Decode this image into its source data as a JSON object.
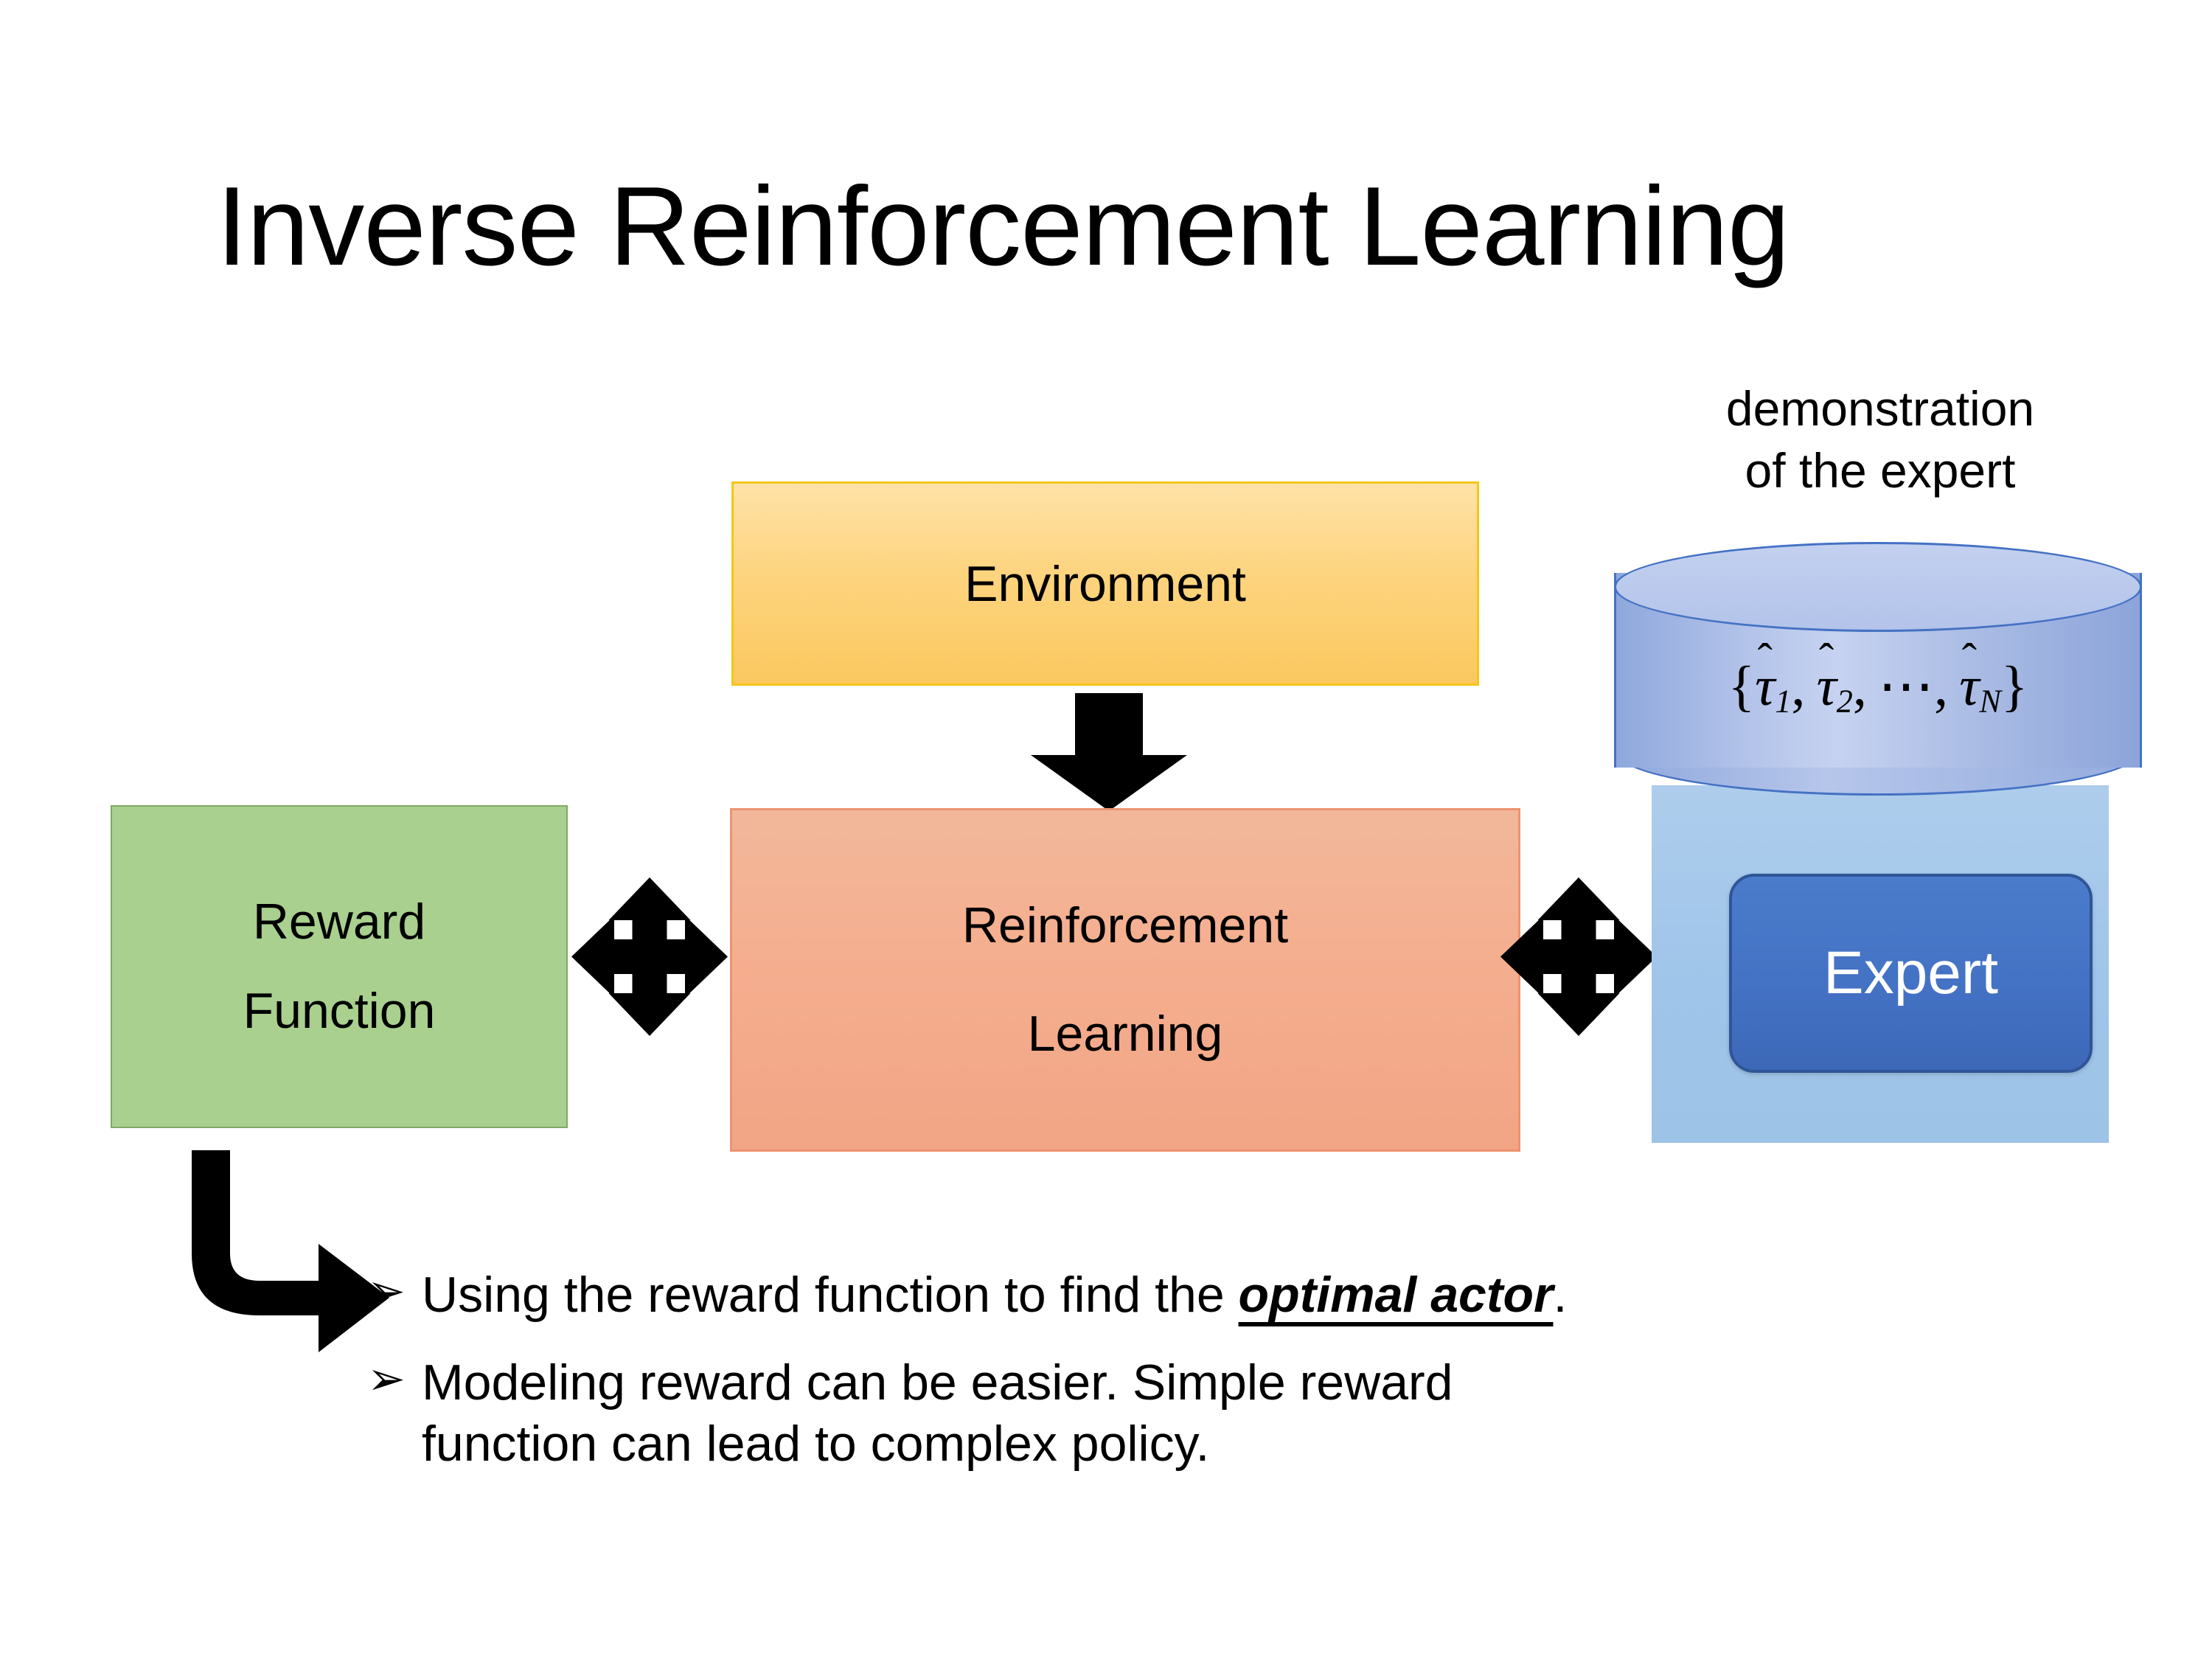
{
  "slide": {
    "title": "Inverse Reinforcement Learning",
    "background_color": "#FFFFFF"
  },
  "diagram": {
    "environment_box": {
      "label": "Environment",
      "fill_color": "#FBC85F",
      "border_color": "#F5C518"
    },
    "rl_box": {
      "label_line1": "Reinforcement",
      "label_line2": "Learning",
      "fill_color": "#F4AF90",
      "border_color": "#ED9370"
    },
    "reward_box": {
      "label_line1": "Reward",
      "label_line2": "Function",
      "fill_color": "#A9D08E",
      "border_color": "#7FA965"
    },
    "expert_panel": {
      "fill_color": "#9DC3E6"
    },
    "expert_button": {
      "label": "Expert",
      "fill_color": "#4472C4",
      "text_color": "#FFFFFF",
      "border_color": "#2F5597"
    },
    "database_cylinder": {
      "caption_line1": "demonstration",
      "caption_line2": "of the expert",
      "formula_open": "{",
      "formula_tau": "τ",
      "formula_hat": "̂",
      "formula_sub1": "1",
      "formula_sub2": "2",
      "formula_dots": "⋯",
      "formula_subN": "N",
      "formula_comma": ",",
      "formula_close": "}",
      "fill_color": "#A9BBE4",
      "border_color": "#4472C4"
    },
    "arrows": {
      "env_to_rl": "down-arrow",
      "reward_rl_double": "left-right-double-arrow",
      "rl_expert_double": "left-right-double-arrow",
      "reward_to_bullet": "bent-elbow-arrow",
      "color": "#000000"
    }
  },
  "bullets": [
    {
      "marker": "➢",
      "text_before": "Using the reward function to find the ",
      "emphasis": "optimal actor",
      "text_after": "."
    },
    {
      "marker": "➢",
      "line1": "Modeling reward can be easier. Simple reward",
      "line2": "function can lead to complex policy."
    }
  ]
}
